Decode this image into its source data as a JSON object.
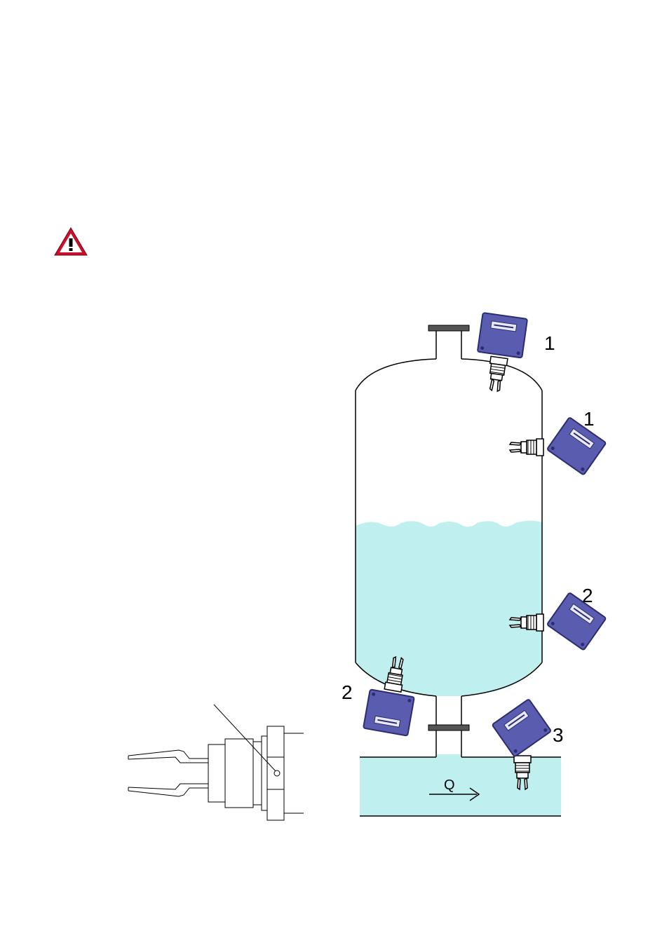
{
  "warning": {
    "icon": "warning-triangle-icon",
    "color": "#c8102e"
  },
  "colors": {
    "liquid": "#bff0ef",
    "sensor_housing": "#5a5cb0",
    "outline": "#000000"
  },
  "labels": {
    "top_switch": "1",
    "upper_side_switch": "1",
    "lower_side_switch": "2",
    "bottom_switch": "2",
    "pipe_switch": "3"
  },
  "flow": {
    "label": "Q"
  }
}
